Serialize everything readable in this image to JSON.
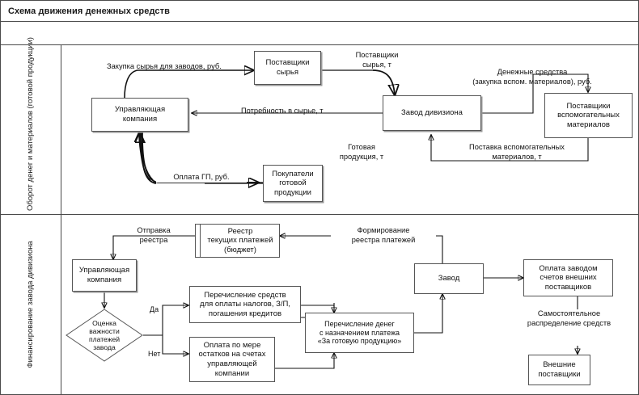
{
  "title": "Схема движения денежных средств",
  "bands": [
    {
      "id": "band-materials",
      "label": "Оборот денег и материалов (готовой продукции)"
    },
    {
      "id": "band-financing",
      "label": "Финансирование завода дивизиона"
    }
  ],
  "diagram": {
    "type": "flowchart",
    "upper": {
      "nodes": [
        {
          "id": "upper-management-company",
          "label": "Управляющая\nкомпания",
          "shape": "rect"
        },
        {
          "id": "raw-material-suppliers",
          "label": "Поставщики\nсырья",
          "shape": "rect"
        },
        {
          "id": "division-plant",
          "label": "Завод дивизиона",
          "shape": "rect"
        },
        {
          "id": "auxiliary-material-suppliers",
          "label": "Поставщики\nвспомогательных\nматериалов",
          "shape": "rect"
        },
        {
          "id": "finished-goods-buyers",
          "label": "Покупатели\nготовой\nпродукции",
          "shape": "rect"
        }
      ],
      "edges": [
        {
          "id": "edge-raw-purchase",
          "label": "Закупка сырья для заводов, руб.",
          "from": "upper-management-company",
          "to": "raw-material-suppliers"
        },
        {
          "id": "edge-raw-supply",
          "label": "Поставщики\nсырья, т",
          "from": "raw-material-suppliers",
          "to": "division-plant"
        },
        {
          "id": "edge-raw-need",
          "label": "Потребность в сырье, т",
          "from": "division-plant",
          "to": "upper-management-company"
        },
        {
          "id": "edge-cash-aux",
          "label": "Денежные средства\n(закупка вспом. материалов), руб.",
          "from": "division-plant",
          "to": "auxiliary-material-suppliers"
        },
        {
          "id": "edge-aux-delivery",
          "label": "Поставка вспомогательных\nматериалов, т",
          "from": "auxiliary-material-suppliers",
          "to": "division-plant"
        },
        {
          "id": "edge-finished-goods",
          "label": "Готовая\nпродукция, т",
          "from": "division-plant",
          "to": "finished-goods-buyers"
        },
        {
          "id": "edge-payment-fg",
          "label": "Оплата ГП, руб.",
          "from": "finished-goods-buyers",
          "to": "upper-management-company"
        }
      ]
    },
    "lower": {
      "nodes": [
        {
          "id": "lower-management-company",
          "label": "Управляющая\nкомпания",
          "shape": "rect"
        },
        {
          "id": "current-payments-register",
          "label": "Реестр\nтекущих платежей\n(бюджет)",
          "shape": "document"
        },
        {
          "id": "payment-importance-decision",
          "label": "Оценка\nважности\nплатежей\nзавода",
          "shape": "diamond"
        },
        {
          "id": "transfer-taxes-salary",
          "label": "Перечисление средств\nдля оплаты налогов, З/П,\nпогашения кредитов",
          "shape": "rect"
        },
        {
          "id": "payment-from-balances",
          "label": "Оплата по мере\nостатков на счетах\nуправляющей\nкомпании",
          "shape": "rect"
        },
        {
          "id": "transfer-for-finished-goods",
          "label": "Перечисление денег\nс назначением платежа\n«За готовую продукцию»",
          "shape": "rect"
        },
        {
          "id": "plant",
          "label": "Завод",
          "shape": "rect"
        },
        {
          "id": "plant-pays-external-suppliers",
          "label": "Оплата заводом\nсчетов внешних\nпоставщиков",
          "shape": "rect"
        },
        {
          "id": "external-suppliers",
          "label": "Внешние\nпоставщики",
          "shape": "rect"
        }
      ],
      "edges": [
        {
          "id": "edge-register-send",
          "label": "Отправка\nреестра",
          "from": "current-payments-register",
          "to": "lower-management-company"
        },
        {
          "id": "edge-register-formation",
          "label": "Формирование\nреестра платежей",
          "from": "plant",
          "to": "current-payments-register"
        },
        {
          "id": "edge-decision-yes",
          "label": "Да",
          "from": "payment-importance-decision",
          "to": "transfer-taxes-salary"
        },
        {
          "id": "edge-decision-no",
          "label": "Нет",
          "from": "payment-importance-decision",
          "to": "payment-from-balances"
        },
        {
          "id": "edge-self-distribution",
          "label": "Самостоятельное\nраспределение средств",
          "from": "plant-pays-external-suppliers",
          "to": "external-suppliers"
        }
      ]
    }
  }
}
